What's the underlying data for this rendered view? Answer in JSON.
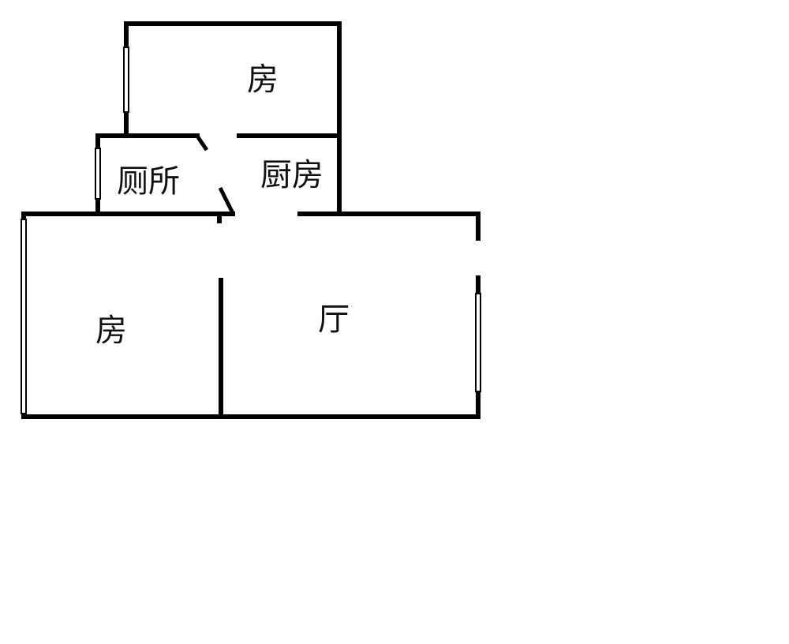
{
  "plan": {
    "wall_color": "#000000",
    "window_color": "#000000",
    "background_color": "#ffffff",
    "rooms": {
      "top_bedroom": "房",
      "toilet": "厕所",
      "kitchen": "厨房",
      "left_bedroom": "房",
      "living_room": "厅"
    }
  }
}
